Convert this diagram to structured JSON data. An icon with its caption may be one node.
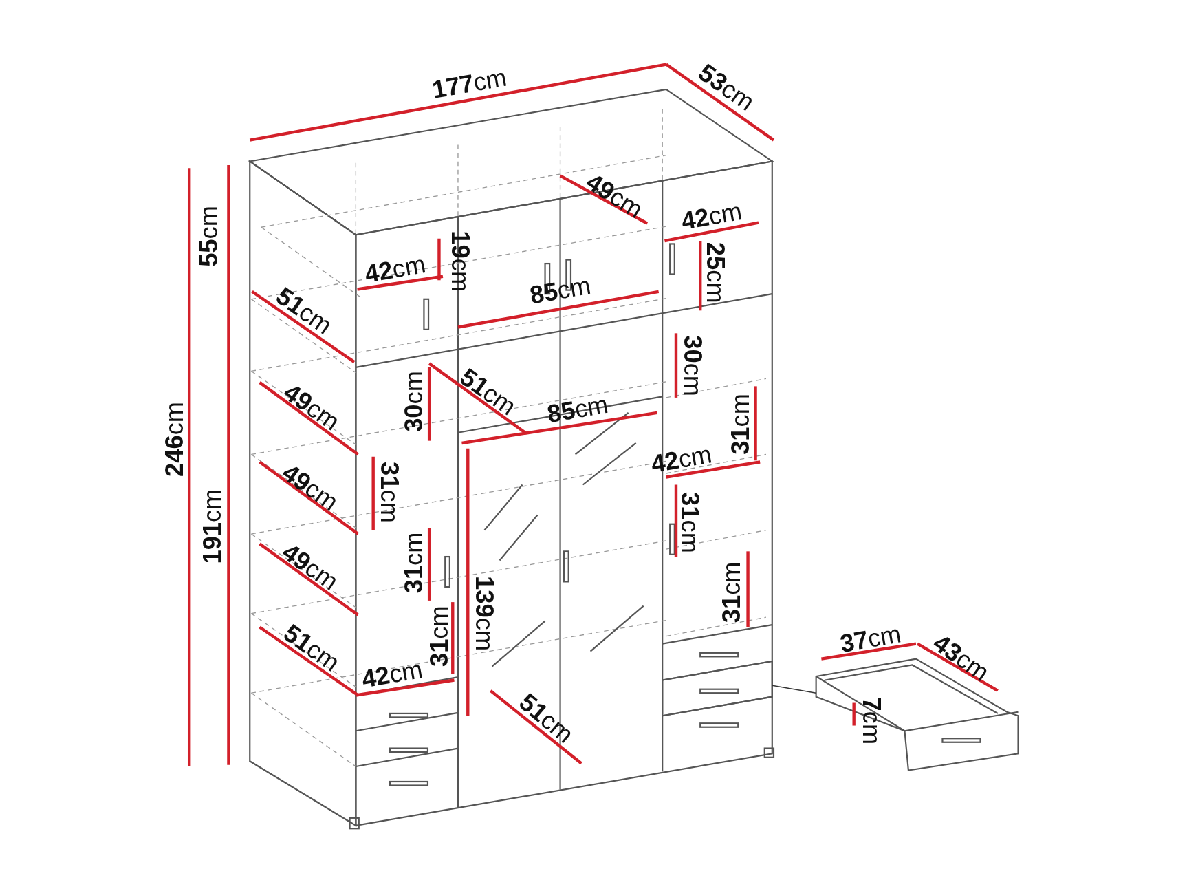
{
  "diagram": {
    "nodes": [
      {
        "text": [],
        "shape": "picture"
      },
      {
        "text": [],
        "shape": "picture"
      }
    ],
    "edges": [
      {
        "from": 0,
        "to": 1,
        "arrow": "none"
      }
    ],
    "labels": [
      "**177**cm",
      "**53**cm",
      "**49**cm",
      "**42**cm",
      "**55**cm",
      "**19**cm",
      "**42**cm",
      "**25**cm",
      "**85**cm",
      "**51**cm",
      "**30**cm",
      "**51**cm",
      "**30**cm",
      "**49**cm",
      "**85**cm",
      "**31**cm",
      "**246**cm",
      "**42**cm",
      "**49**cm",
      "**31**cm",
      "**31**cm",
      "**191**cm",
      "**31**cm",
      "**49**cm",
      "**31**cm",
      "**139**cm",
      "**31**cm",
      "**37**cm",
      "**51**cm",
      "**43**cm",
      "**42**cm",
      "**51**cm",
      "**7**cm"
    ]
  }
}
